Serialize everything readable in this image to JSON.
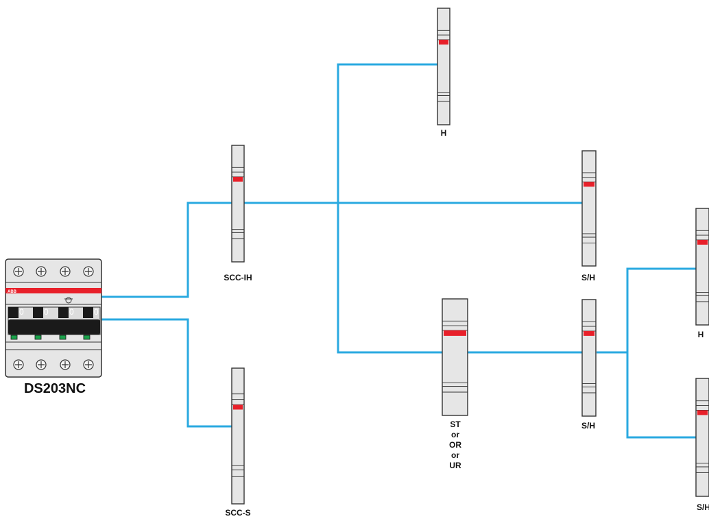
{
  "breaker": {
    "label": "DS203NC",
    "brand": "ABB",
    "position_marks": [
      "0",
      "0",
      "0",
      "0"
    ]
  },
  "devices": {
    "scc_ih": "SCC-IH",
    "scc_s": "SCC-S",
    "h_top": "H",
    "sh_mid": "S/H",
    "st_stack": [
      "ST",
      "or",
      "OR",
      "or",
      "UR"
    ],
    "sh_low": "S/H",
    "h_right": "H",
    "sh_right": "S/H"
  },
  "colors": {
    "wire": "#29a9e0",
    "indicator": "#e8202a",
    "body": "#e6e6e6",
    "outline": "#333333"
  }
}
